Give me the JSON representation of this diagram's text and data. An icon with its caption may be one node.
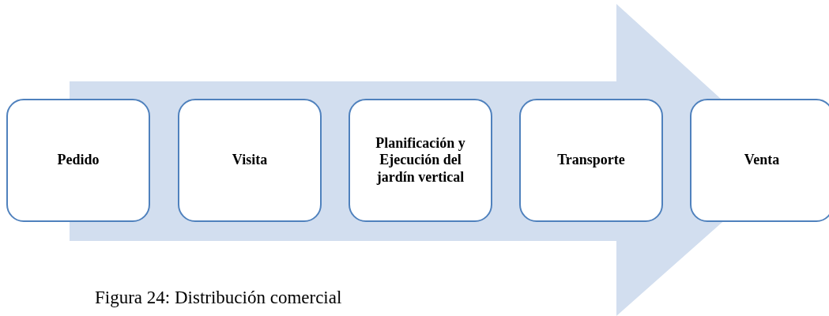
{
  "diagram": {
    "caption": "Figura 24: Distribución comercial",
    "nodes": [
      {
        "text": [
          "Pedido"
        ]
      },
      {
        "text": [
          "Visita"
        ]
      },
      {
        "text": [
          "Planificación y Ejecución del jardín vertical"
        ]
      },
      {
        "text": [
          "Transporte"
        ]
      },
      {
        "text": [
          "Venta"
        ]
      }
    ],
    "edges": [
      {
        "from": 0,
        "to": 4,
        "arrow": "to",
        "style": "thick"
      }
    ]
  }
}
